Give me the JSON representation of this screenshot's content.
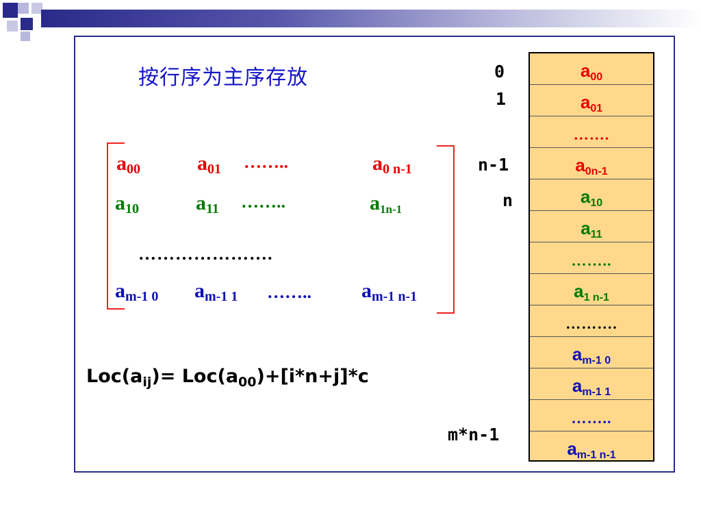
{
  "heading": "按行序为主序存放",
  "matrix": {
    "row0": {
      "c0": {
        "base": "a",
        "sub": "00"
      },
      "c1": {
        "base": "a",
        "sub": "01"
      },
      "dots": "……..",
      "cn": {
        "base": "a",
        "sub": "0 n-1"
      }
    },
    "row1": {
      "c0": {
        "base": "a",
        "sub": "10"
      },
      "c1": {
        "base": "a",
        "sub": "11"
      },
      "dots": "……..",
      "cn": {
        "base": "a",
        "sub": "1n-1"
      }
    },
    "middle_dots": "………………….",
    "rowm": {
      "c0": {
        "base": "a",
        "sub": "m-1 0"
      },
      "c1": {
        "base": "a",
        "sub": "m-1 1"
      },
      "dots": "……..",
      "cn": {
        "base": "a",
        "sub": "m-1 n-1"
      }
    }
  },
  "formula": {
    "p1": "Loc(a",
    "s1": "ij",
    "p2": ")= Loc(a",
    "s2": "00",
    "p3": ")+[i*n+j]*c"
  },
  "indices": {
    "i0": "0",
    "i1": "1",
    "n_minus_1": "n-1",
    "n": "n",
    "mn_minus_1": "m*n-1"
  },
  "memory_cells": {
    "c0": {
      "base": "a",
      "sub": "00"
    },
    "c1": {
      "base": "a",
      "sub": "01"
    },
    "c2": {
      "dots": "……."
    },
    "c3": {
      "base": "a",
      "sub": "0n-1"
    },
    "c4": {
      "base": "a",
      "sub": "10"
    },
    "c5": {
      "base": "a",
      "sub": "11"
    },
    "c6": {
      "dots": "…….."
    },
    "c7": {
      "base": "a",
      "sub": "1 n-1"
    },
    "c8": {
      "dots": "………."
    },
    "c9": {
      "base": "a",
      "sub": "m-1 0"
    },
    "c10": {
      "base": "a",
      "sub": "m-1 1"
    },
    "c11": {
      "dots": "…….."
    },
    "c12": {
      "base": "a",
      "sub": "m-1 n-1"
    }
  },
  "colors": {
    "red": "#e80000",
    "green": "#007a00",
    "blue": "#1010b4",
    "memory_fill": "#ffd88c",
    "frame": "#2a2a8a"
  }
}
